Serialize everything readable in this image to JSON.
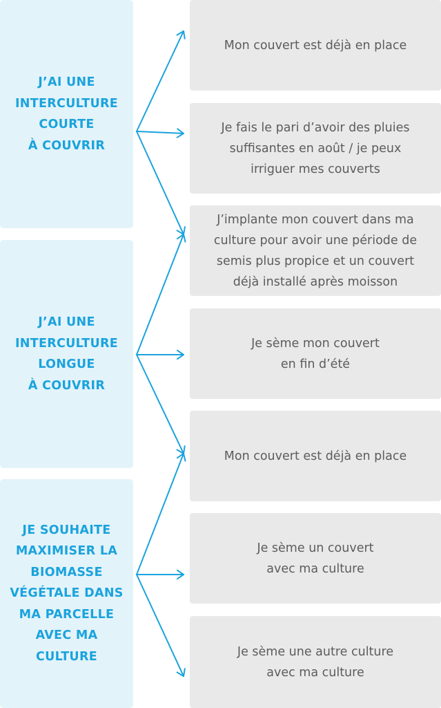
{
  "colors": {
    "accent": "#1aa3dd",
    "left_box_bg": "#e3f3fa",
    "right_box_bg": "#e9e9e9",
    "right_text": "#5c5c5c"
  },
  "situations": [
    {
      "label": "J’AI UNE\nINTERCULTURE\nCOURTE\nÀ COUVRIR"
    },
    {
      "label": "J’AI UNE\nINTERCULTURE\nLONGUE\nÀ COUVRIR"
    },
    {
      "label": "JE SOUHAITE\nMAXIMISER LA\nBIOMASSE\nVÉGÉTALE DANS\nMA PARCELLE\nAVEC MA\nCULTURE"
    }
  ],
  "options": [
    {
      "label": "Mon couvert est déjà en place"
    },
    {
      "label": "Je fais le pari d’avoir des pluies\nsuffisantes en août / je peux\nirriguer mes couverts"
    },
    {
      "label": "J’implante mon couvert dans ma\nculture pour avoir une période de\nsemis plus propice et un couvert\ndéjà installé après moisson"
    },
    {
      "label": "Je sème mon couvert\nen fin d’été"
    },
    {
      "label": "Mon couvert est déjà en place"
    },
    {
      "label": "Je sème un couvert\navec ma culture"
    },
    {
      "label": "Je sème une autre culture\navec ma culture"
    }
  ],
  "connections": [
    {
      "from": 0,
      "to": [
        0,
        1,
        2
      ]
    },
    {
      "from": 1,
      "to": [
        2,
        3,
        4
      ]
    },
    {
      "from": 2,
      "to": [
        4,
        5,
        6
      ]
    }
  ]
}
